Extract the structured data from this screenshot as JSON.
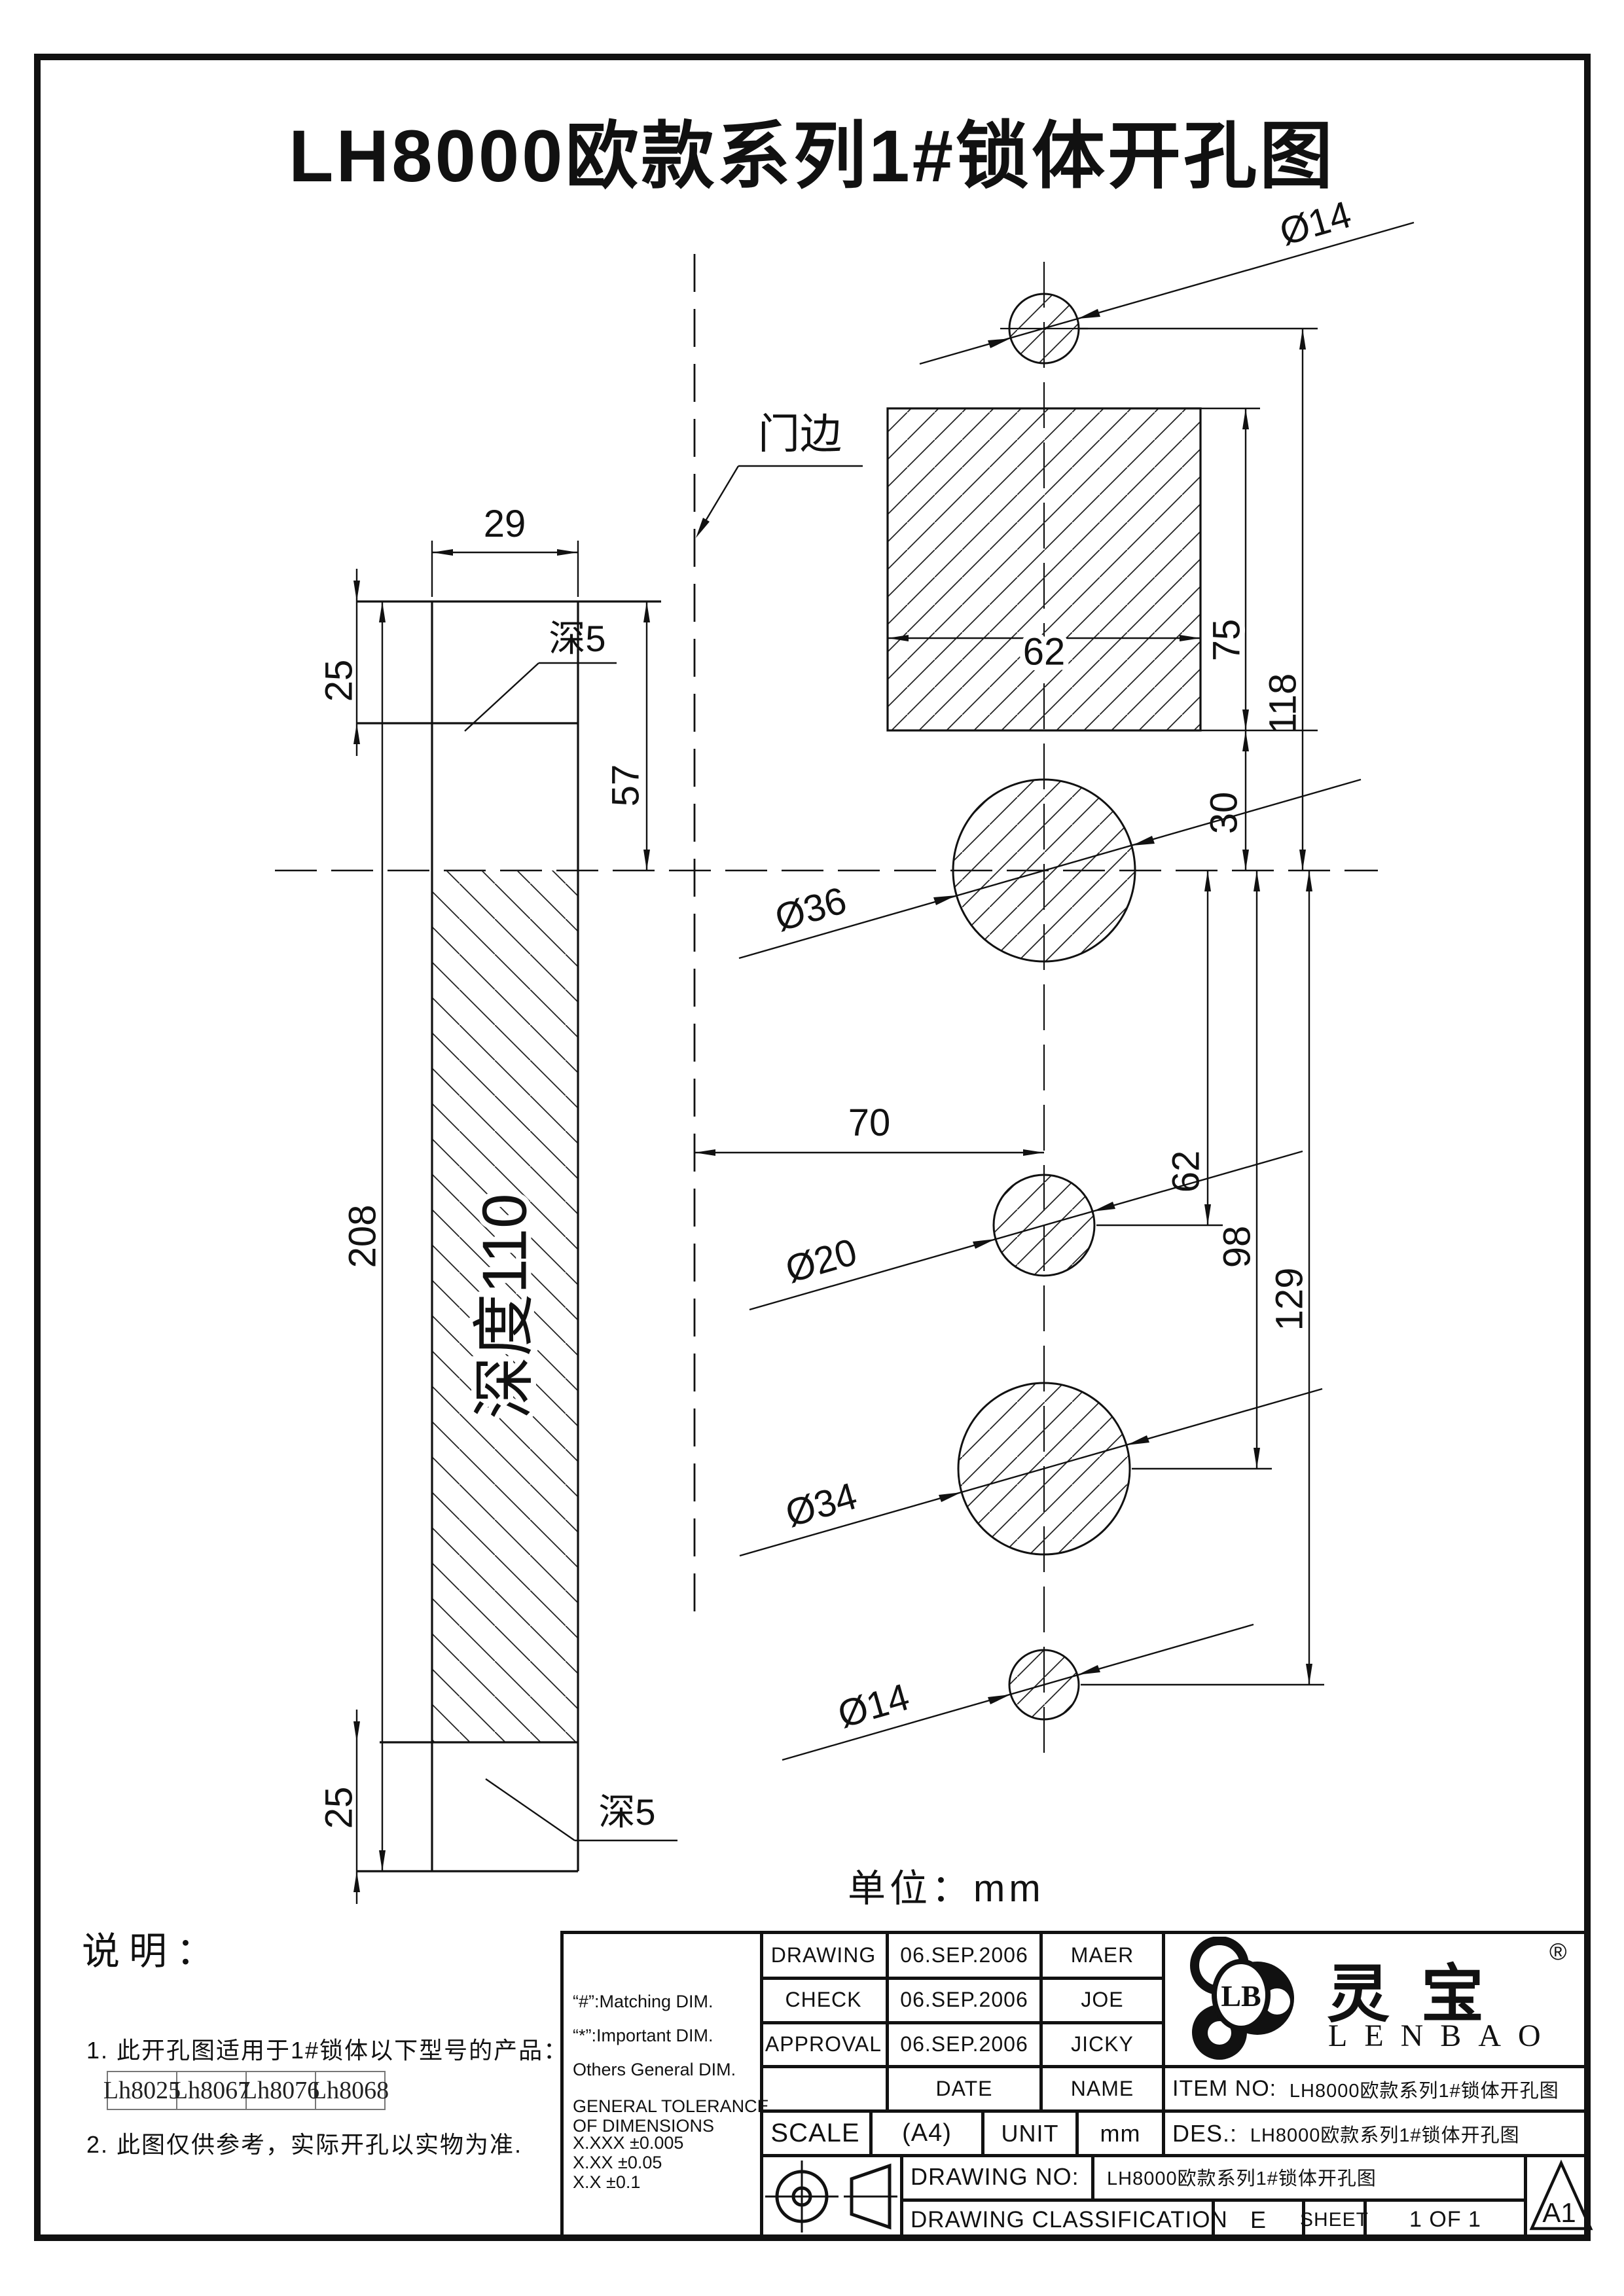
{
  "page": {
    "title": "LH8000欧款系列1#锁体开孔图",
    "unit_label": "单位：mm"
  },
  "drawing": {
    "labels": {
      "door_edge": "门边",
      "depth5_top": "深5",
      "depth5_bottom": "深5",
      "depth110": "深度110"
    },
    "dims": {
      "d29": "29",
      "d25_top": "25",
      "d57": "57",
      "d208": "208",
      "d25_bottom": "25",
      "d62_rect": "62",
      "d75": "75",
      "d118": "118",
      "d30": "30",
      "d70": "70",
      "d62": "62",
      "d98": "98",
      "d129": "129",
      "dia14_top": "Ø14",
      "dia36": "Ø36",
      "dia20": "Ø20",
      "dia34": "Ø34",
      "dia14_bottom": "Ø14"
    }
  },
  "notes": {
    "heading": "说明：",
    "note1": "1. 此开孔图适用于1#锁体以下型号的产品：",
    "models": [
      "Lh8025",
      "Lh8067",
      "Lh8076",
      "Lh8068"
    ],
    "note2": "2. 此图仅供参考，实际开孔以实物为准."
  },
  "title_block": {
    "rows": [
      {
        "label": "DRAWING",
        "date": "06.SEP.2006",
        "name": "MAER"
      },
      {
        "label": "CHECK",
        "date": "06.SEP.2006",
        "name": "JOE"
      },
      {
        "label": "APPROVAL",
        "date": "06.SEP.2006",
        "name": "JICKY"
      }
    ],
    "date_header": "DATE",
    "name_header": "NAME",
    "scale_label": "SCALE",
    "paper": "(A4)",
    "unit_label": "UNIT",
    "unit_value": "mm",
    "item_no_label": "ITEM NO:",
    "item_no_value": "LH8000欧款系列1#锁体开孔图",
    "des_label": "DES.:",
    "des_value": "LH8000欧款系列1#锁体开孔图",
    "drawing_no_label": "DRAWING NO:",
    "drawing_no_value": "LH8000欧款系列1#锁体开孔图",
    "classification_label": "DRAWING CLASSIFICATION",
    "classification_value": "E",
    "sheet_label": "SHEET",
    "sheet_value": "1 OF 1",
    "size_code": "A1",
    "tolerance": {
      "matching": "“#”:Matching  DIM.",
      "important": "“*”:Important  DIM.",
      "others": "Others General  DIM.",
      "general1": "GENERAL TOLERANCE",
      "general2": "OF DIMENSIONS",
      "t1": "X.XXX   ±0.005",
      "t2": "X.XX     ±0.05",
      "t3": "X.X        ±0.1"
    },
    "logo": {
      "monogram": "LB",
      "cn": "灵宝",
      "reg": "®",
      "en": "LENBAO"
    }
  }
}
